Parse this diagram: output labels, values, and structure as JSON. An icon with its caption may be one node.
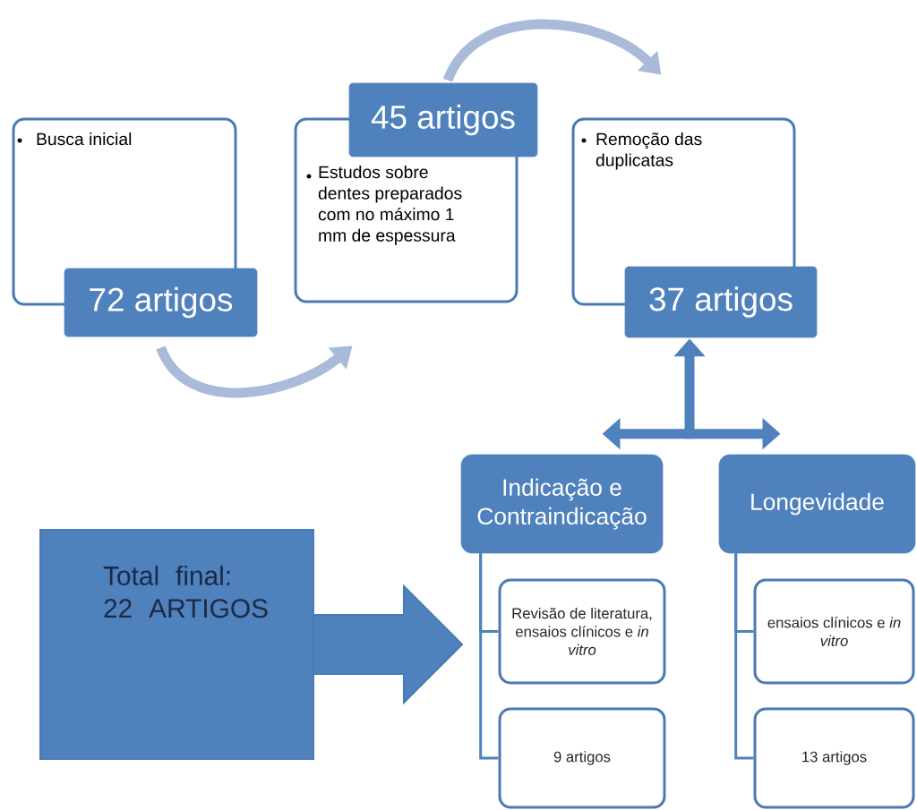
{
  "diagram": {
    "nodes": [
      {
        "text": [
          "Busca inicial"
        ]
      },
      {
        "text": [
          "72 artigos"
        ]
      },
      {
        "text": [
          "Estudos sobre dentes preparados com no máximo 1 mm de espessura"
        ]
      },
      {
        "text": [
          "45 artigos"
        ]
      },
      {
        "text": [
          "Remoção das duplicatas"
        ]
      },
      {
        "text": [
          "37 artigos"
        ]
      },
      {
        "text": [
          "Indicação e Contraindicação"
        ]
      },
      {
        "text": [
          "Longevidade"
        ]
      },
      {
        "text": [
          "Revisão de literatura, ensaios clínicos e *in vitro*"
        ]
      },
      {
        "text": [
          "9 artigos"
        ]
      },
      {
        "text": [
          "ensaios clínicos e *in vitro*"
        ]
      },
      {
        "text": [
          "13 artigos"
        ]
      },
      {
        "text": [
          "Total final: 22 ARTIGOS"
        ]
      }
    ],
    "edges": [
      {
        "from": 1,
        "to": 2,
        "arrow": "to",
        "style": "thick",
        "color": "#a9bbd9"
      },
      {
        "from": 3,
        "to": 4,
        "arrow": "to",
        "style": "thick",
        "color": "#a9bbd9"
      },
      {
        "from": 6,
        "to": 7,
        "arrow": "both",
        "style": "thick"
      },
      {
        "from": null,
        "to": 5,
        "arrow": "to",
        "style": "thick"
      },
      {
        "from": 6,
        "to": 8,
        "arrow": "none"
      },
      {
        "from": 6,
        "to": 9,
        "arrow": "none"
      },
      {
        "from": 7,
        "to": 10,
        "arrow": "none"
      },
      {
        "from": 7,
        "to": 11,
        "arrow": "none"
      },
      {
        "from": 12,
        "to": null,
        "arrow": "to",
        "style": "thick"
      }
    ]
  }
}
